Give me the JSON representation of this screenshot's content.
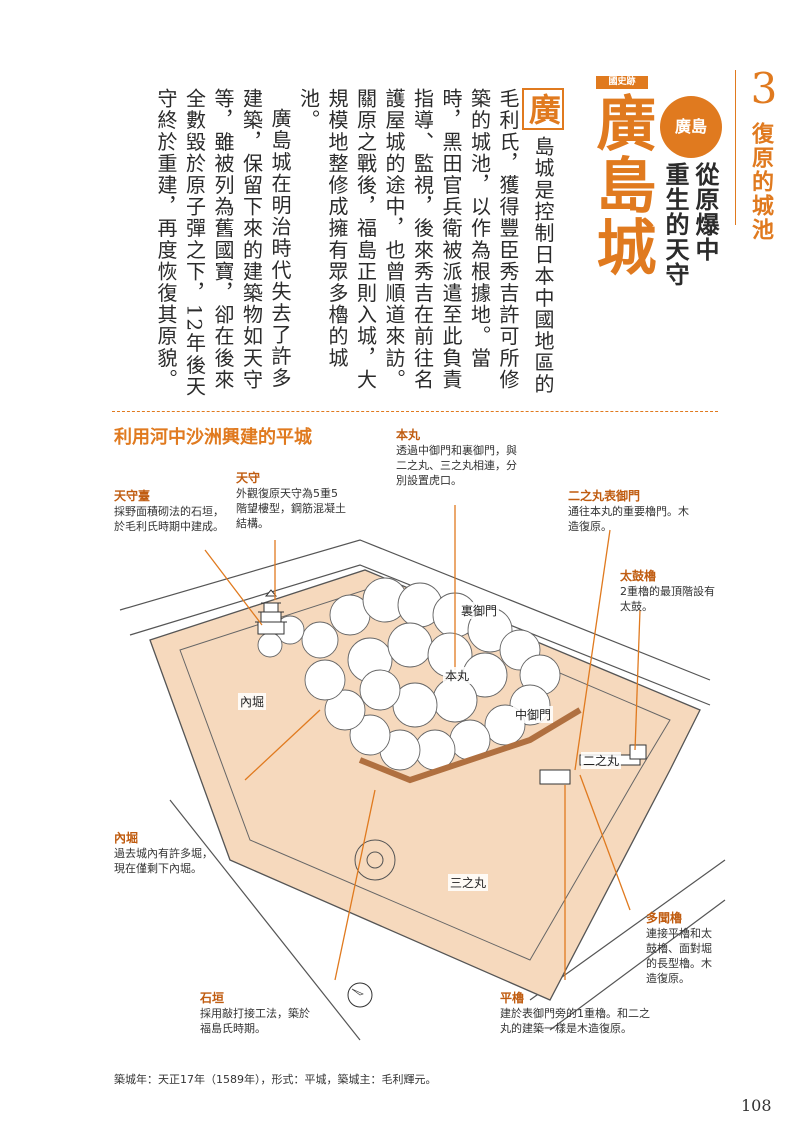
{
  "chapter": {
    "number": "3",
    "title": "復原的城池"
  },
  "heading": {
    "heritage_label": "國史跡",
    "castle_name": "廣島城",
    "region_badge": "廣島",
    "subtitle_line1": "從原爆中",
    "subtitle_line2": "重生的天守"
  },
  "body": {
    "dropcap": "廣",
    "paragraph1": "島城是控制日本中國地區的毛利氏，獲得豐臣秀吉許可所修築的城池，以作為根據地。當時，黑田官兵衛被派遣至此負責指導、監視，後來秀吉在前往名護屋城的途中，也曾順道來訪。關原之戰後，福島正則入城，大規模地整修成擁有眾多櫓的城池。",
    "paragraph2": "廣島城在明治時代失去了許多建築，保留下來的建築物如天守等，雖被列為舊國寶，卻在後來全數毀於原子彈之下，12年後天守終於重建，再度恢復其原貌。"
  },
  "diagram": {
    "title": "利用河中沙洲興建的平城",
    "callouts": {
      "honmaru": {
        "title": "本丸",
        "text": "透過中御門和裏御門，與二之丸、三之丸相連，分別設置虎口。"
      },
      "tenshu": {
        "title": "天守",
        "text": "外觀復原天守為5重5階望樓型，鋼筋混凝土結構。"
      },
      "tenshudai": {
        "title": "天守臺",
        "text": "採野面積砌法的石垣，於毛利氏時期中建成。"
      },
      "ninomaru_omote": {
        "title": "二之丸表御門",
        "text": "通往本丸的重要櫓門。木造復原。"
      },
      "taikoyagura": {
        "title": "太鼓櫓",
        "text": "2重櫓的最頂階設有太鼓。"
      },
      "uchibori": {
        "title": "內堀",
        "text": "過去城內有許多堀，現在僅剩下內堀。"
      },
      "tamonyagura": {
        "title": "多聞櫓",
        "text": "連接平櫓和太鼓櫓、面對堀的長型櫓。木造復原。"
      },
      "ishigaki": {
        "title": "石垣",
        "text": "採用敲打接工法，築於福島氏時期。"
      },
      "hirayagura": {
        "title": "平櫓",
        "text": "建於表御門旁的1重櫓。和二之丸的建築一樣是木造復原。"
      }
    },
    "map_labels": {
      "uramon": "裏御門",
      "honmaru": "本丸",
      "uchibori": "內堀",
      "nakamon": "中御門",
      "ninomaru": "二之丸",
      "sannomaru": "三之丸"
    }
  },
  "footer": {
    "note": "築城年：天正17年（1589年），形式：平城，築城主：毛利輝元。"
  },
  "page_number": "108",
  "colors": {
    "accent": "#e07a1f",
    "sand": "#f6d9bd",
    "ink": "#2b2b2b"
  }
}
